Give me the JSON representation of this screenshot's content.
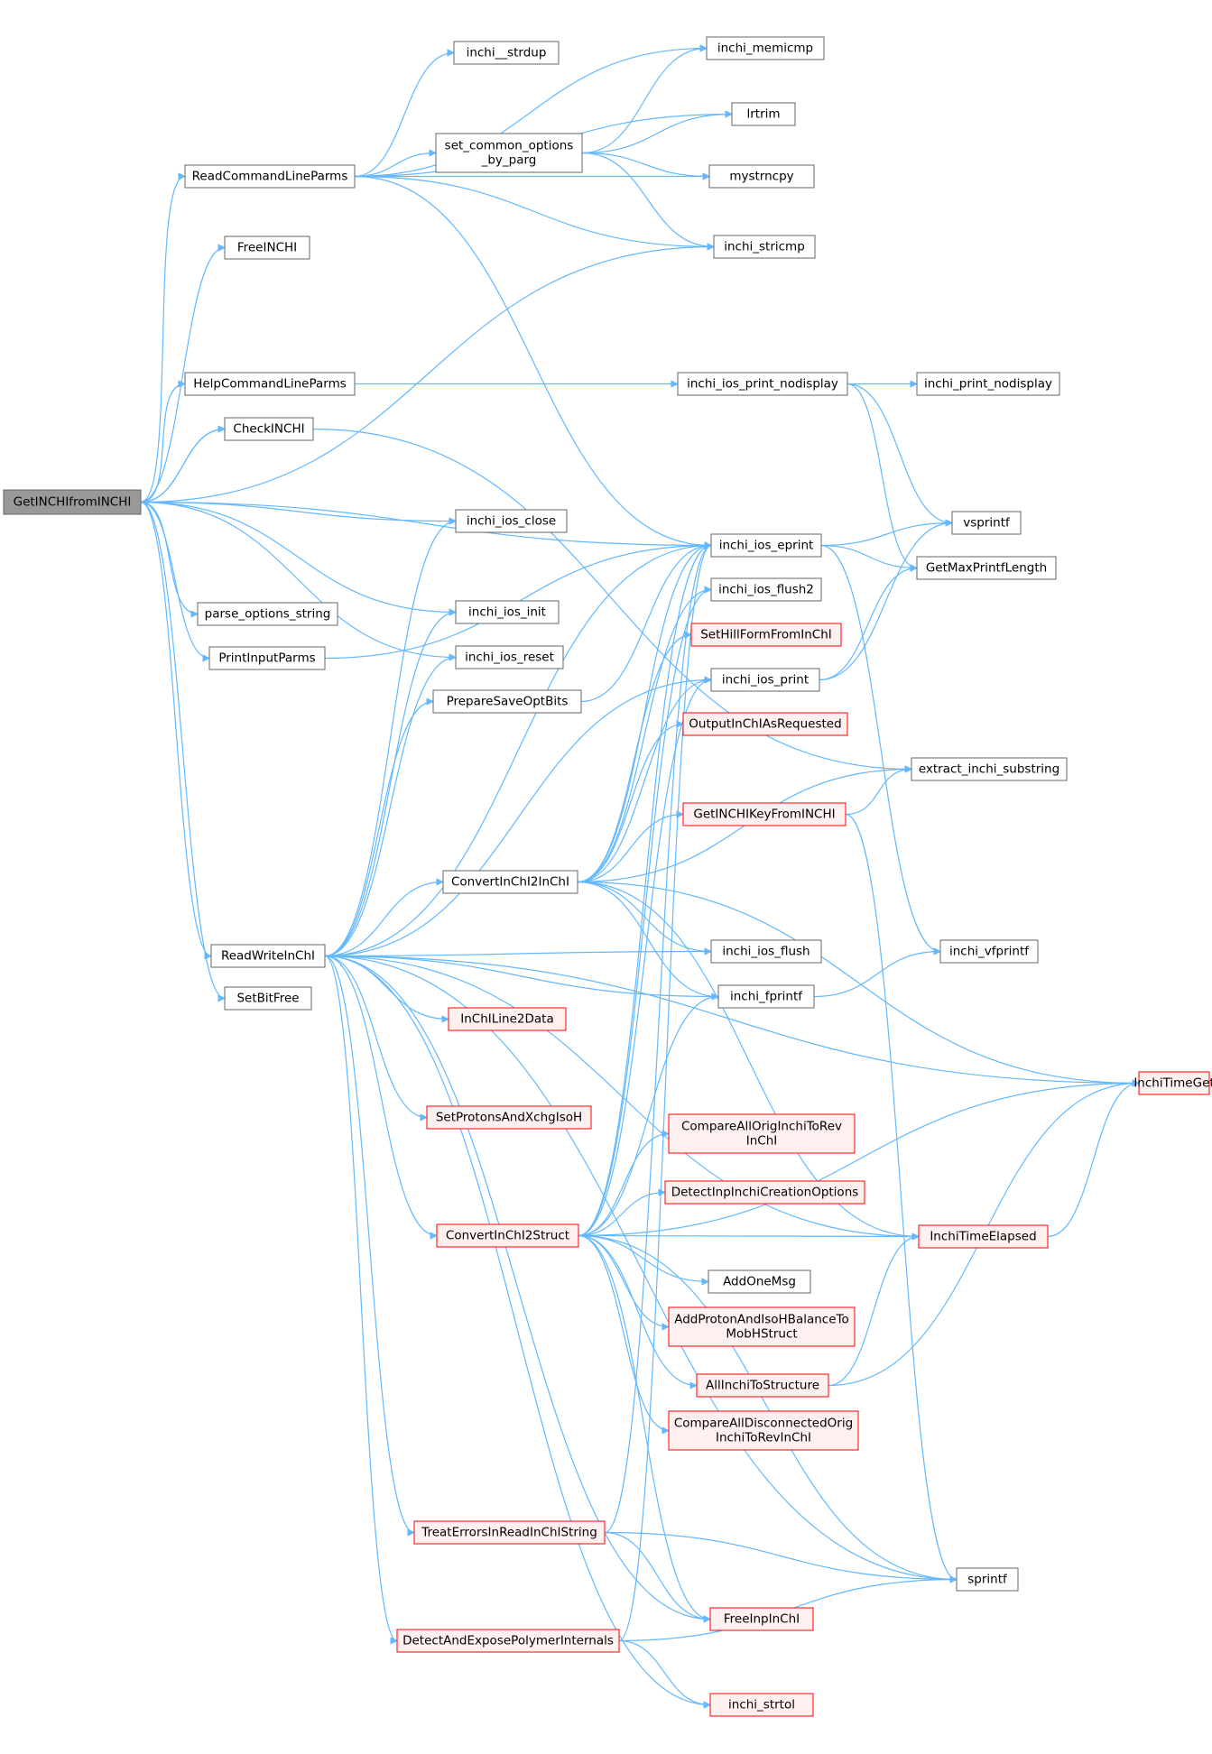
{
  "colors": {
    "edge": "#63b8ff",
    "node_border": "#666666",
    "node_fill": "#ffffff",
    "root_fill": "#999999",
    "root_border": "#666666",
    "trunc_border": "#ff0000",
    "trunc_fill": "#fff0f0",
    "text": "#000000"
  },
  "nodes": [
    {
      "id": "root",
      "label": "GetINCHIfromINCHI",
      "kind": "root"
    },
    {
      "id": "read_cmd",
      "label": "ReadCommandLineParms",
      "kind": "normal"
    },
    {
      "id": "freeinchi",
      "label": "FreeINCHI",
      "kind": "normal"
    },
    {
      "id": "help_cmd",
      "label": "HelpCommandLineParms",
      "kind": "normal"
    },
    {
      "id": "checkinchi",
      "label": "CheckINCHI",
      "kind": "normal"
    },
    {
      "id": "parse_opts",
      "label": "parse_options_string",
      "kind": "normal"
    },
    {
      "id": "print_input",
      "label": "PrintInputParms",
      "kind": "normal"
    },
    {
      "id": "rw_inchi",
      "label": "ReadWriteInChI",
      "kind": "normal"
    },
    {
      "id": "setbitfree",
      "label": "SetBitFree",
      "kind": "normal"
    },
    {
      "id": "strdup",
      "label": "inchi__strdup",
      "kind": "normal"
    },
    {
      "id": "set_common",
      "label": "set_common_options\n_by_parg",
      "kind": "normal"
    },
    {
      "id": "memicmp",
      "label": "inchi_memicmp",
      "kind": "normal"
    },
    {
      "id": "lrtrim",
      "label": "lrtrim",
      "kind": "normal"
    },
    {
      "id": "mystrncpy",
      "label": "mystrncpy",
      "kind": "normal"
    },
    {
      "id": "stricmp",
      "label": "inchi_stricmp",
      "kind": "normal"
    },
    {
      "id": "ios_print_nodisp",
      "label": "inchi_ios_print_nodisplay",
      "kind": "normal"
    },
    {
      "id": "print_nodisp",
      "label": "inchi_print_nodisplay",
      "kind": "normal"
    },
    {
      "id": "ios_close",
      "label": "inchi_ios_close",
      "kind": "normal"
    },
    {
      "id": "ios_eprint",
      "label": "inchi_ios_eprint",
      "kind": "normal"
    },
    {
      "id": "vsprintf",
      "label": "vsprintf",
      "kind": "normal"
    },
    {
      "id": "getmax",
      "label": "GetMaxPrintfLength",
      "kind": "normal"
    },
    {
      "id": "ios_init",
      "label": "inchi_ios_init",
      "kind": "normal"
    },
    {
      "id": "ios_flush2",
      "label": "inchi_ios_flush2",
      "kind": "normal"
    },
    {
      "id": "sethill",
      "label": "SetHillFormFromInChI",
      "kind": "trunc"
    },
    {
      "id": "ios_reset",
      "label": "inchi_ios_reset",
      "kind": "normal"
    },
    {
      "id": "prepare_save",
      "label": "PrepareSaveOptBits",
      "kind": "normal"
    },
    {
      "id": "ios_print",
      "label": "inchi_ios_print",
      "kind": "normal"
    },
    {
      "id": "output_inchi",
      "label": "OutputInChIAsRequested",
      "kind": "trunc"
    },
    {
      "id": "extract",
      "label": "extract_inchi_substring",
      "kind": "normal"
    },
    {
      "id": "getinchikey",
      "label": "GetINCHIKeyFromINCHI",
      "kind": "trunc"
    },
    {
      "id": "conv_inchi2inchi",
      "label": "ConvertInChI2InChI",
      "kind": "normal"
    },
    {
      "id": "ios_flush",
      "label": "inchi_ios_flush",
      "kind": "normal"
    },
    {
      "id": "vfprintf",
      "label": "inchi_vfprintf",
      "kind": "normal"
    },
    {
      "id": "fprintf",
      "label": "inchi_fprintf",
      "kind": "normal"
    },
    {
      "id": "line2data",
      "label": "InChILine2Data",
      "kind": "trunc"
    },
    {
      "id": "timeget",
      "label": "InchiTimeGet",
      "kind": "trunc"
    },
    {
      "id": "setprotons",
      "label": "SetProtonsAndXchgIsoH",
      "kind": "trunc"
    },
    {
      "id": "compare_all_orig",
      "label": "CompareAllOrigInchiToRev\nInChI",
      "kind": "trunc"
    },
    {
      "id": "detect_inp",
      "label": "DetectInpInchiCreationOptions",
      "kind": "trunc"
    },
    {
      "id": "conv_inchi2struct",
      "label": "ConvertInChI2Struct",
      "kind": "trunc"
    },
    {
      "id": "timeelapsed",
      "label": "InchiTimeElapsed",
      "kind": "trunc"
    },
    {
      "id": "addonemsg",
      "label": "AddOneMsg",
      "kind": "normal"
    },
    {
      "id": "addproton",
      "label": "AddProtonAndIsoHBalanceTo\nMobHStruct",
      "kind": "trunc"
    },
    {
      "id": "allinchi",
      "label": "AllInchiToStructure",
      "kind": "trunc"
    },
    {
      "id": "compare_disc",
      "label": "CompareAllDisconnectedOrig\nInchiToRevInChI",
      "kind": "trunc"
    },
    {
      "id": "treat_errors",
      "label": "TreatErrorsInReadInChIString",
      "kind": "trunc"
    },
    {
      "id": "sprintf",
      "label": "sprintf",
      "kind": "normal"
    },
    {
      "id": "freeinp",
      "label": "FreeInpInChI",
      "kind": "trunc"
    },
    {
      "id": "detect_poly",
      "label": "DetectAndExposePolymerInternals",
      "kind": "trunc"
    },
    {
      "id": "strtol",
      "label": "inchi_strtol",
      "kind": "trunc"
    }
  ],
  "edges": [
    [
      "root",
      "read_cmd"
    ],
    [
      "root",
      "freeinchi"
    ],
    [
      "root",
      "stricmp"
    ],
    [
      "root",
      "help_cmd"
    ],
    [
      "root",
      "checkinchi"
    ],
    [
      "checkinchi",
      "root"
    ],
    [
      "root",
      "ios_eprint"
    ],
    [
      "root",
      "ios_close"
    ],
    [
      "root",
      "ios_init"
    ],
    [
      "root",
      "parse_opts"
    ],
    [
      "root",
      "print_input"
    ],
    [
      "root",
      "ios_reset"
    ],
    [
      "root",
      "rw_inchi"
    ],
    [
      "root",
      "setbitfree"
    ],
    [
      "read_cmd",
      "strdup"
    ],
    [
      "read_cmd",
      "memicmp"
    ],
    [
      "read_cmd",
      "lrtrim"
    ],
    [
      "read_cmd",
      "set_common"
    ],
    [
      "read_cmd",
      "mystrncpy"
    ],
    [
      "read_cmd",
      "stricmp"
    ],
    [
      "read_cmd",
      "ios_eprint"
    ],
    [
      "set_common",
      "memicmp"
    ],
    [
      "set_common",
      "lrtrim"
    ],
    [
      "set_common",
      "mystrncpy"
    ],
    [
      "set_common",
      "stricmp"
    ],
    [
      "help_cmd",
      "ios_print_nodisp"
    ],
    [
      "ios_print_nodisp",
      "print_nodisp"
    ],
    [
      "ios_print_nodisp",
      "vsprintf"
    ],
    [
      "ios_print_nodisp",
      "getmax"
    ],
    [
      "checkinchi",
      "extract"
    ],
    [
      "print_input",
      "ios_eprint"
    ],
    [
      "ios_eprint",
      "vsprintf"
    ],
    [
      "ios_eprint",
      "getmax"
    ],
    [
      "ios_eprint",
      "vfprintf"
    ],
    [
      "prepare_save",
      "ios_eprint"
    ],
    [
      "ios_print",
      "vsprintf"
    ],
    [
      "ios_print",
      "getmax"
    ],
    [
      "getinchikey",
      "extract"
    ],
    [
      "getinchikey",
      "sprintf"
    ],
    [
      "rw_inchi",
      "ios_close"
    ],
    [
      "rw_inchi",
      "ios_init"
    ],
    [
      "rw_inchi",
      "ios_reset"
    ],
    [
      "rw_inchi",
      "prepare_save"
    ],
    [
      "rw_inchi",
      "ios_eprint"
    ],
    [
      "rw_inchi",
      "ios_print"
    ],
    [
      "rw_inchi",
      "conv_inchi2inchi"
    ],
    [
      "rw_inchi",
      "ios_flush"
    ],
    [
      "rw_inchi",
      "fprintf"
    ],
    [
      "rw_inchi",
      "line2data"
    ],
    [
      "rw_inchi",
      "timeget"
    ],
    [
      "rw_inchi",
      "setprotons"
    ],
    [
      "rw_inchi",
      "conv_inchi2struct"
    ],
    [
      "rw_inchi",
      "timeelapsed"
    ],
    [
      "rw_inchi",
      "treat_errors"
    ],
    [
      "rw_inchi",
      "freeinp"
    ],
    [
      "rw_inchi",
      "detect_poly"
    ],
    [
      "rw_inchi",
      "strtol"
    ],
    [
      "rw_inchi",
      "sprintf"
    ],
    [
      "conv_inchi2inchi",
      "ios_eprint"
    ],
    [
      "conv_inchi2inchi",
      "ios_flush2"
    ],
    [
      "conv_inchi2inchi",
      "sethill"
    ],
    [
      "conv_inchi2inchi",
      "ios_print"
    ],
    [
      "conv_inchi2inchi",
      "output_inchi"
    ],
    [
      "conv_inchi2inchi",
      "extract"
    ],
    [
      "conv_inchi2inchi",
      "getinchikey"
    ],
    [
      "conv_inchi2inchi",
      "ios_flush"
    ],
    [
      "conv_inchi2inchi",
      "fprintf"
    ],
    [
      "conv_inchi2inchi",
      "timeget"
    ],
    [
      "conv_inchi2inchi",
      "timeelapsed"
    ],
    [
      "fprintf",
      "vfprintf"
    ],
    [
      "conv_inchi2struct",
      "ios_eprint"
    ],
    [
      "conv_inchi2struct",
      "ios_flush2"
    ],
    [
      "conv_inchi2struct",
      "ios_print"
    ],
    [
      "conv_inchi2struct",
      "fprintf"
    ],
    [
      "conv_inchi2struct",
      "timeget"
    ],
    [
      "conv_inchi2struct",
      "compare_all_orig"
    ],
    [
      "conv_inchi2struct",
      "detect_inp"
    ],
    [
      "conv_inchi2struct",
      "timeelapsed"
    ],
    [
      "conv_inchi2struct",
      "addonemsg"
    ],
    [
      "conv_inchi2struct",
      "addproton"
    ],
    [
      "conv_inchi2struct",
      "allinchi"
    ],
    [
      "conv_inchi2struct",
      "compare_disc"
    ],
    [
      "conv_inchi2struct",
      "sprintf"
    ],
    [
      "conv_inchi2struct",
      "freeinp"
    ],
    [
      "timeelapsed",
      "timeget"
    ],
    [
      "allinchi",
      "timeelapsed"
    ],
    [
      "allinchi",
      "timeget"
    ],
    [
      "treat_errors",
      "ios_eprint"
    ],
    [
      "treat_errors",
      "sprintf"
    ],
    [
      "treat_errors",
      "freeinp"
    ],
    [
      "detect_poly",
      "ios_eprint"
    ],
    [
      "detect_poly",
      "sprintf"
    ],
    [
      "detect_poly",
      "strtol"
    ]
  ]
}
